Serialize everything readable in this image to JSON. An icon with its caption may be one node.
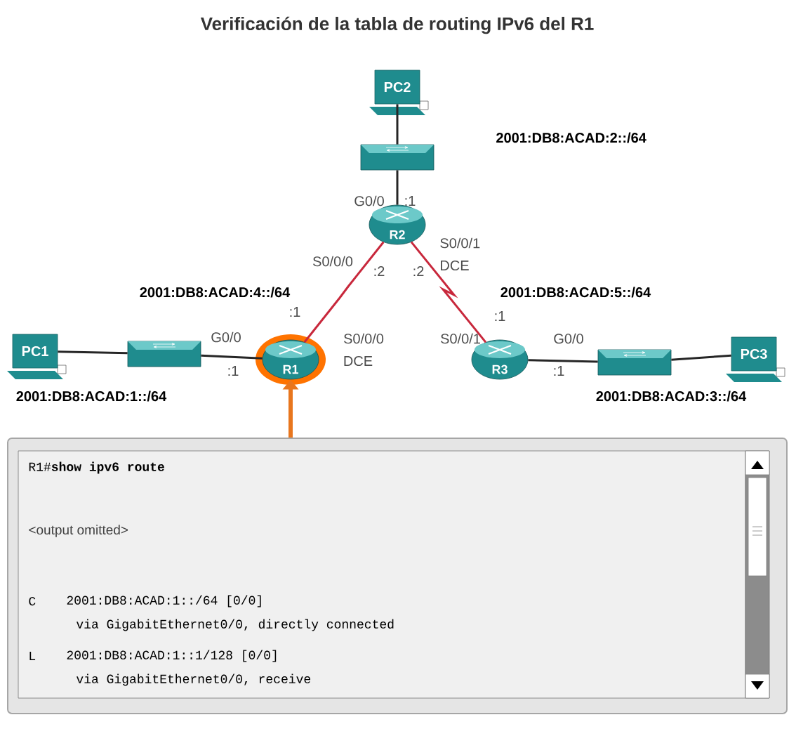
{
  "diagram": {
    "title": "Verificación de la tabla de routing IPv6 del R1",
    "nodes": [
      {
        "text": [
          "PC2"
        ]
      },
      {
        "text": [],
        "shape": "box"
      },
      {
        "text": [
          "R2"
        ]
      },
      {
        "text": [
          "PC1"
        ]
      },
      {
        "text": [],
        "shape": "box"
      },
      {
        "text": [
          "R1"
        ]
      },
      {
        "text": [
          "R3"
        ]
      },
      {
        "text": [],
        "shape": "box"
      },
      {
        "text": [
          "PC3"
        ]
      },
      {
        "text": [
          "R1#**show ipv6 route**",
          "<output omitted>",
          "C",
          "2001:DB8:ACAD:1::/64 [0/0]",
          "via GigabitEthernet0/0, directly connected",
          "L",
          "2001:DB8:ACAD:1::1/128 [0/0]",
          "via GigabitEthernet0/0, receive"
        ]
      }
    ],
    "edges": [
      {
        "from": 0,
        "to": 1,
        "arrow": "none"
      },
      {
        "from": 1,
        "to": 2,
        "arrow": "none"
      },
      {
        "from": 2,
        "to": 5,
        "arrow": "none",
        "color": "#c8283c"
      },
      {
        "from": 2,
        "to": 6,
        "arrow": "none",
        "color": "#c8283c"
      },
      {
        "from": 3,
        "to": 4,
        "arrow": "none"
      },
      {
        "from": 4,
        "to": 5,
        "arrow": "none"
      },
      {
        "from": 6,
        "to": 7,
        "arrow": "none"
      },
      {
        "from": 7,
        "to": 8,
        "arrow": "none"
      },
      {
        "from": 9,
        "to": 5,
        "arrow": "to",
        "style": "thick",
        "color": "#e8761e"
      }
    ],
    "labels": [
      "2001:DB8:ACAD:2::/64",
      "G0/0",
      ":1",
      "S0/0/1",
      "S0/0/0",
      ":2",
      ":2",
      "DCE",
      "2001:DB8:ACAD:4::/64",
      "2001:DB8:ACAD:5::/64",
      ":1",
      ":1",
      "G0/0",
      "S0/0/0",
      "S0/0/1",
      "G0/0",
      "DCE",
      ":1",
      ":1",
      "2001:DB8:ACAD:1::/64",
      "2001:DB8:ACAD:3::/64"
    ]
  }
}
